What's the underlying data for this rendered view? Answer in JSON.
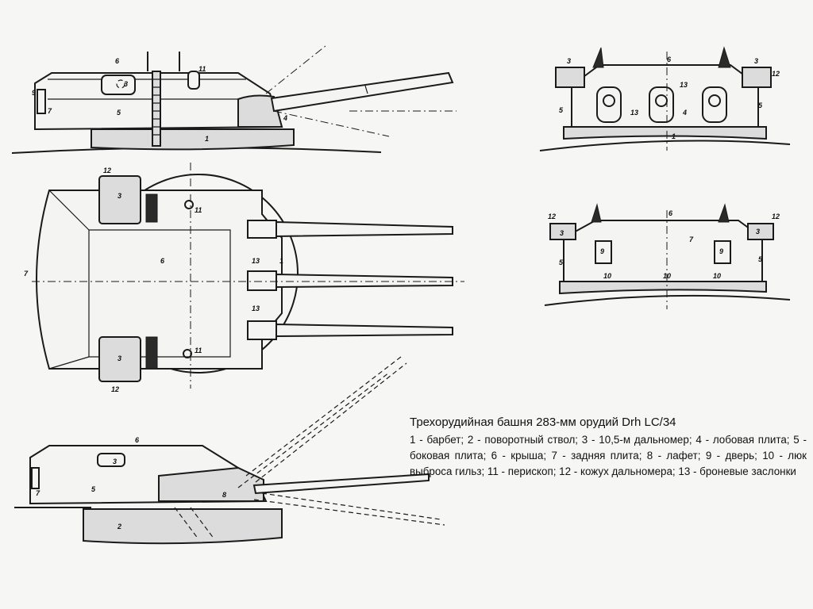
{
  "caption": {
    "title": "Трехорудийная башня 283-мм орудий Drh LC/34",
    "legend": "1 - барбет; 2 - поворотный ствол; 3 - 10,5-м дальномер; 4 - лобовая плита; 5 - боковая плита; 6 - крыша; 7 - задняя плита; 8 - лафет; 9 - дверь; 10 - люк выброса гильз; 11 - перископ; 12 - кожух дальномера; 13 - броневые заслонки"
  },
  "labels": {
    "n1": "1",
    "n2": "2",
    "n3": "3",
    "n4": "4",
    "n5": "5",
    "n6": "6",
    "n7": "7",
    "n8": "8",
    "n9": "9",
    "n10": "10",
    "n11": "11",
    "n12": "12",
    "n13": "13"
  }
}
